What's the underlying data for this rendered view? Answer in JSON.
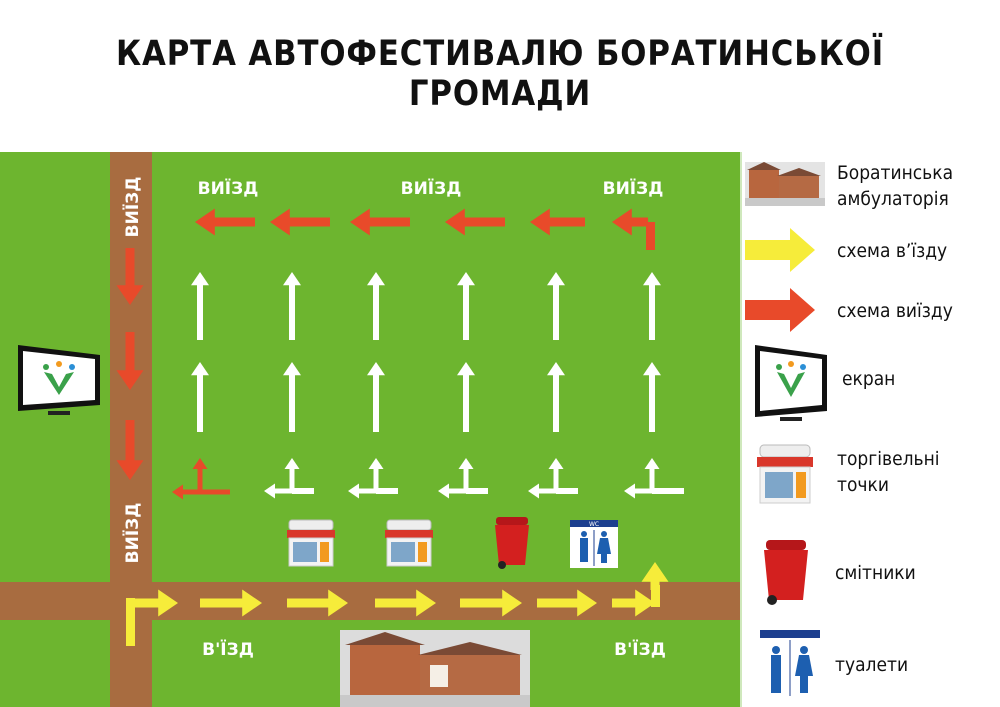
{
  "title": "КАРТА АВТОФЕСТИВАЛЮ БОРАТИНСЬКОЇ ГРОМАДИ",
  "map": {
    "exit_labels": [
      "ВИЇЗД",
      "ВИЇЗД",
      "ВИЇЗД"
    ],
    "road_exit_labels": [
      "ВИЇЗД",
      "ВИЇЗД"
    ],
    "entry_labels": [
      "В'ЇЗД",
      "В'ЇЗД"
    ],
    "wc_label": "WC"
  },
  "legend": {
    "items": [
      {
        "icon": "ambulatory-building-icon",
        "label": "Боратинська амбулаторія"
      },
      {
        "icon": "yellow-arrow-icon",
        "label": "схема в’їзду"
      },
      {
        "icon": "red-arrow-icon",
        "label": "схема виїзду"
      },
      {
        "icon": "screen-icon",
        "label": "екран"
      },
      {
        "icon": "shop-icon",
        "label": "торгівельні точки"
      },
      {
        "icon": "trash-bin-icon",
        "label": "смітники"
      },
      {
        "icon": "toilet-icon",
        "label": "туалети"
      }
    ]
  },
  "colors": {
    "grass": "#6db52f",
    "road": "#a86c40",
    "exit_arrow": "#e84a2a",
    "entry_arrow": "#f6ec3a",
    "parking_arrow": "#ffffff"
  }
}
